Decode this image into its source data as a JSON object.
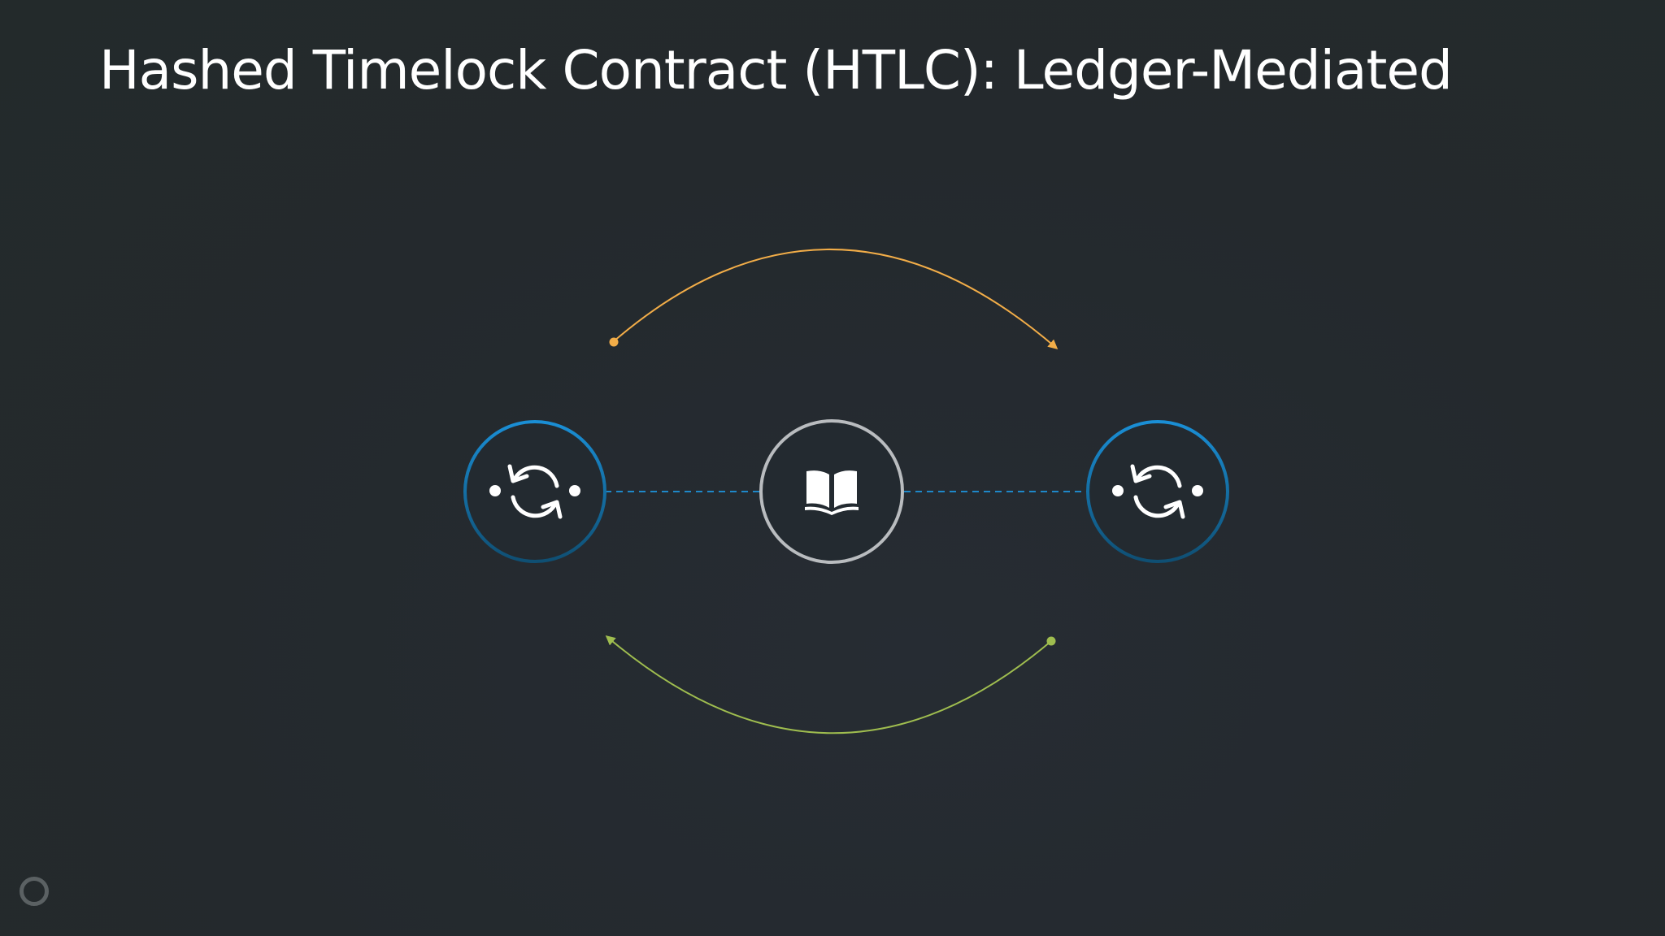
{
  "slide": {
    "title": "Hashed Timelock Contract (HTLC): Ledger-Mediated"
  },
  "diagram": {
    "nodes": [
      {
        "id": "left-connector",
        "icon": "sync-exchange-icon",
        "color": "#1e88c9"
      },
      {
        "id": "center-ledger",
        "icon": "open-book-icon",
        "color": "#b9bcbf"
      },
      {
        "id": "right-connector",
        "icon": "sync-exchange-icon",
        "color": "#1e88c9"
      }
    ],
    "links": [
      {
        "from": "left-connector",
        "to": "center-ledger",
        "style": "dashed",
        "color": "#1e88c9"
      },
      {
        "from": "center-ledger",
        "to": "right-connector",
        "style": "dashed",
        "color": "#1e88c9"
      }
    ],
    "arcs": [
      {
        "from": "left-connector",
        "to": "right-connector",
        "position": "top",
        "color": "#f2ad48"
      },
      {
        "from": "right-connector",
        "to": "left-connector",
        "position": "bottom",
        "color": "#9fbd4f"
      }
    ]
  },
  "footer": {
    "icon": "ring-icon"
  }
}
